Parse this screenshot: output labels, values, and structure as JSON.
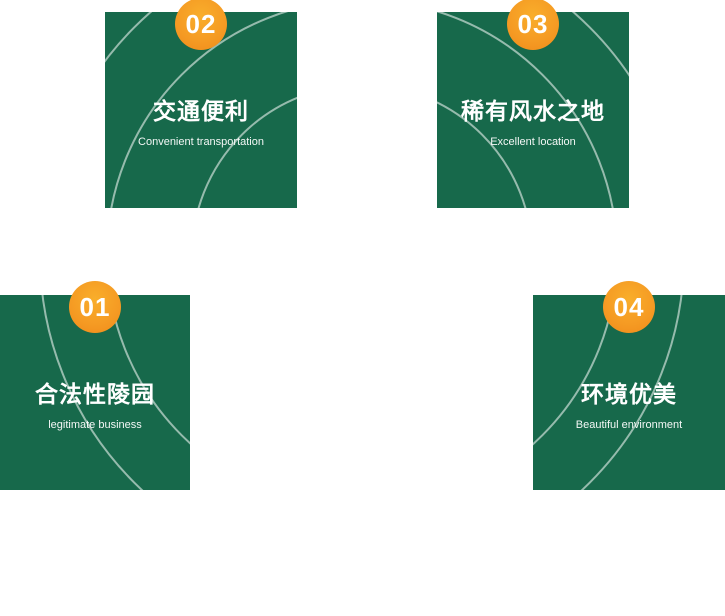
{
  "diagram": {
    "type": "feature-grid",
    "colors": {
      "card_green": "#17694B",
      "badge_orange": "#F59A23",
      "arc_white": "#FFFFFF",
      "text_white": "#FFFFFF"
    },
    "features": [
      {
        "number": "01",
        "title": "合法性陵园",
        "subtitle": "legitimate business"
      },
      {
        "number": "02",
        "title": "交通便利",
        "subtitle": "Convenient transportation"
      },
      {
        "number": "03",
        "title": "稀有风水之地",
        "subtitle": "Excellent location"
      },
      {
        "number": "04",
        "title": "环境优美",
        "subtitle": "Beautiful environment"
      }
    ]
  }
}
